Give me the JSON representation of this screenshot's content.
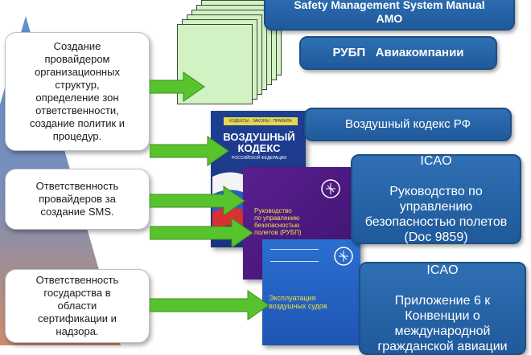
{
  "colors": {
    "pyramid_top": "#5f8fcf",
    "pyramid_bottom": "#d08c6a",
    "arrow_green": "#58c42d",
    "box_blue": "#2466ab",
    "sheet_green": "#d3f2c4"
  },
  "left_labels": [
    {
      "text": "Создание\nпровайдером\nорганизационных\nструктур,\nопределение зон\nответственности,\nсоздание политик и\nпроцедур."
    },
    {
      "text": "Ответственность\nпровайдеров за\nсоздание SMS."
    },
    {
      "text": "Ответственность\nгосударства в\nобласти\nсертификации  и\nнадзора."
    }
  ],
  "right_boxes": {
    "sms_manual": "Safety Management System Manual\nAMO",
    "rubp_airline": "РУБП   Авиакомпании",
    "air_code": "Воздушный кодекс РФ",
    "icao_9859": "ICAO\n\nРуководство по\nуправлению\nбезопасностью полетов\n(Doc 9859)",
    "icao_annex6": "ICAO\n\nПриложение 6 к\nКонвенции о\nмеждународной\nгражданской авиации"
  },
  "books": {
    "code_title": "ВОЗДУШНЫЙ\nКОДЕКС",
    "code_subtitle": "РОССИЙСКОЙ ФЕДЕРАЦИИ",
    "code_banner": "КОДЕКСЫ · ЗАКОНЫ · ПРАВИЛА",
    "rubp_title": "Руководство\nпо управлению\nбезопасностью\nполетов (РУБП)",
    "ops_title": "Эксплуатация\nвоздушных судов"
  },
  "icons": {
    "icao_emblem": "icao-emblem-icon",
    "arrow": "green-arrow-icon"
  }
}
